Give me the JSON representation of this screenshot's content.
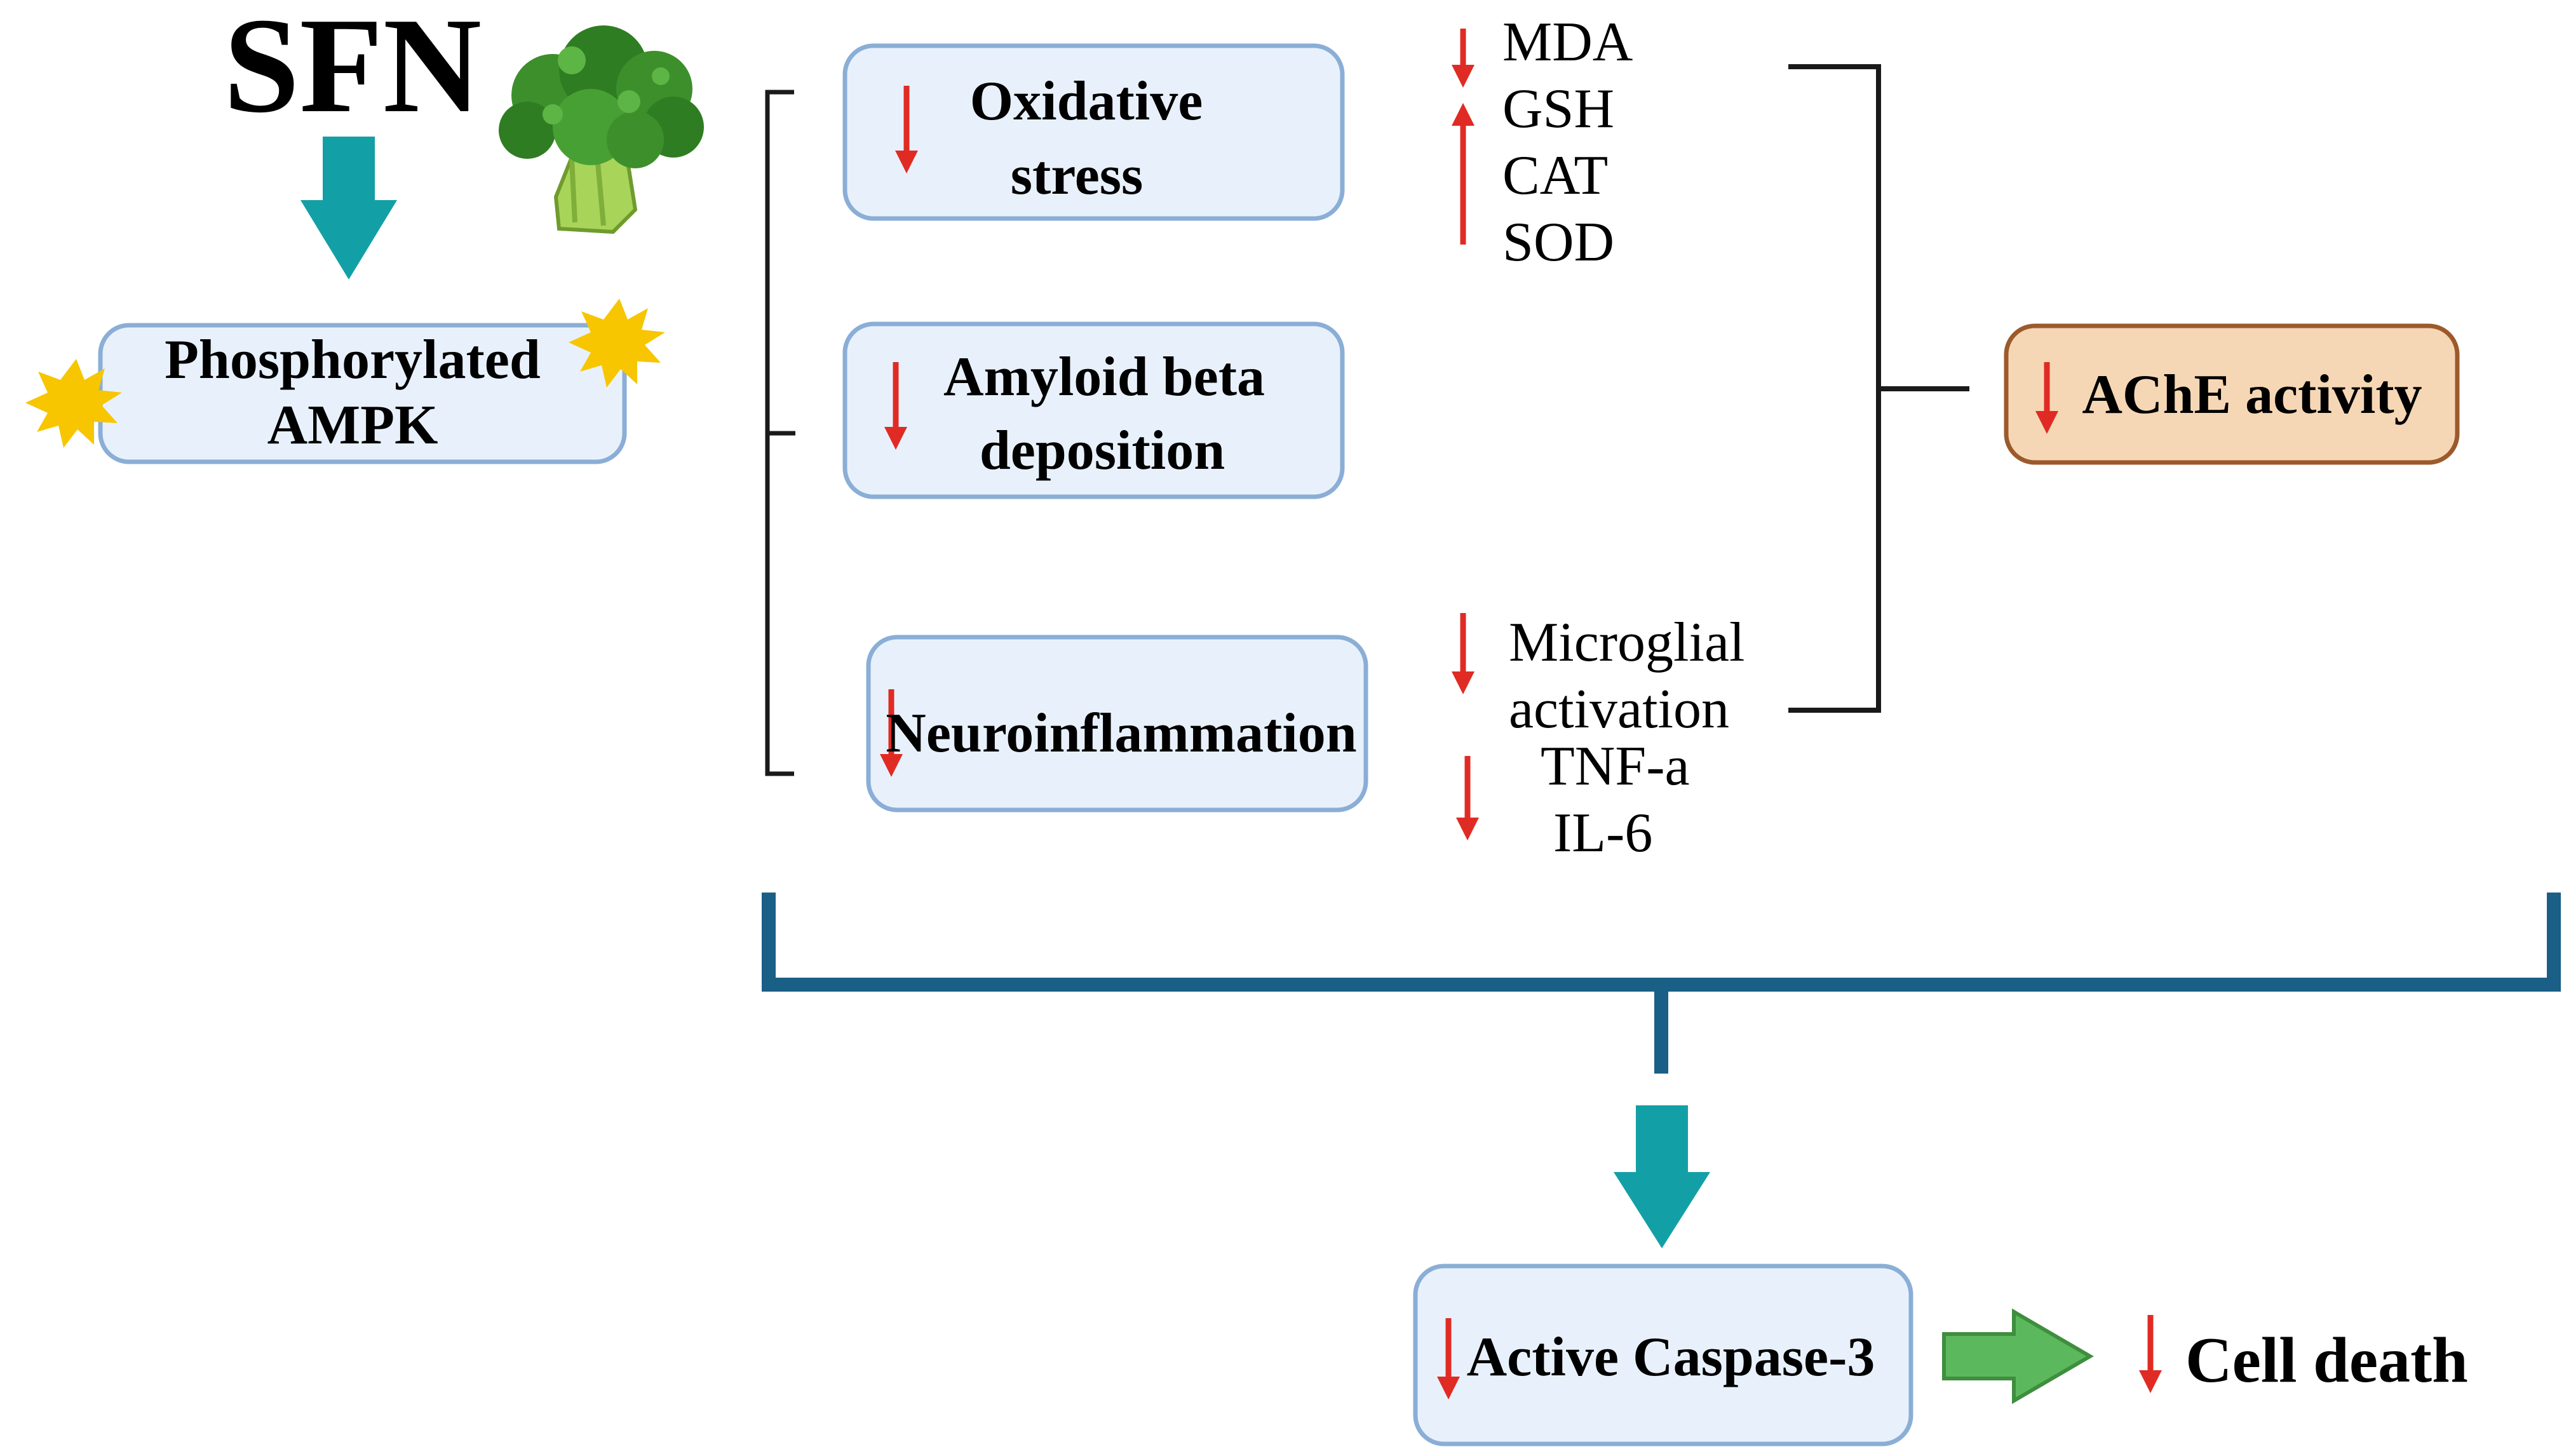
{
  "sfn": {
    "title": "SFN",
    "icon": "broccoli-icon"
  },
  "ampk": {
    "line1": "Phosphorylated",
    "line2": "AMPK",
    "icon": "starburst-icon"
  },
  "boxes": {
    "oxidative": {
      "line1": "Oxidative",
      "line2": "stress",
      "direction": "down"
    },
    "amyloid": {
      "line1": "Amyloid beta",
      "line2": "deposition",
      "direction": "down"
    },
    "neuro": {
      "line1": "Neuroinflammation",
      "direction": "down"
    }
  },
  "oxidative_markers": [
    {
      "label": "MDA",
      "direction": "down"
    },
    {
      "label": "GSH",
      "direction": "up"
    },
    {
      "label": "CAT",
      "direction": "up"
    },
    {
      "label": "SOD",
      "direction": "up"
    }
  ],
  "neuro_markers": {
    "group1": {
      "line1": "Microglial",
      "line2": "activation",
      "direction": "down"
    },
    "group2": {
      "line1": "TNF-a",
      "line2": "IL-6",
      "direction": "down"
    }
  },
  "ache": {
    "label": "AChE activity",
    "direction": "down"
  },
  "caspase": {
    "label": "Active Caspase-3",
    "direction": "down"
  },
  "cell_death": {
    "label": "Cell death",
    "direction": "down"
  },
  "colors": {
    "box_fill": "#e8f1fb",
    "box_stroke": "#8aaed6",
    "ache_fill": "#f6d7b5",
    "ache_stroke": "#9c5a2c",
    "teal_arrow": "#12a0a6",
    "red_arrow": "#e02b24",
    "bracket_blue": "#1a5f86",
    "green_arrow": "#5cb85c",
    "star_yellow": "#f7c600"
  }
}
